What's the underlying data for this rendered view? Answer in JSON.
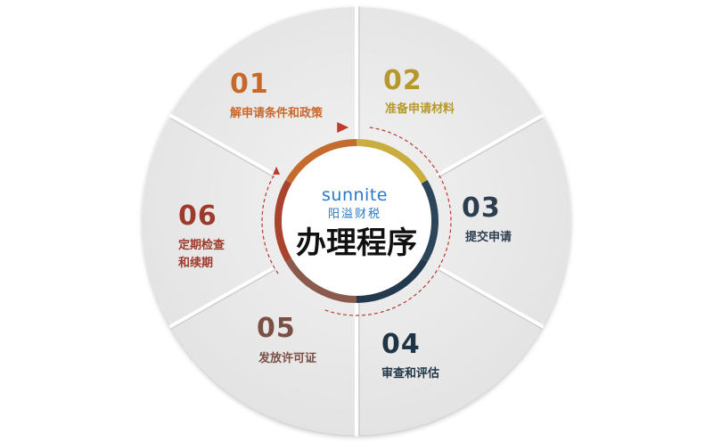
{
  "brand": {
    "name_en": "sunnite",
    "name_cn": "阳溢财税"
  },
  "title": "办理程序",
  "steps": [
    {
      "number": "01",
      "lines": [
        "解申请条件和政策"
      ],
      "color": "#c8692b"
    },
    {
      "number": "02",
      "lines": [
        "准备申请材料"
      ],
      "color": "#b8982a"
    },
    {
      "number": "03",
      "lines": [
        "提交申请"
      ],
      "color": "#2c3e50"
    },
    {
      "number": "04",
      "lines": [
        "审查和评估"
      ],
      "color": "#1f3546"
    },
    {
      "number": "05",
      "lines": [
        "发放许可证"
      ],
      "color": "#7a4f45"
    },
    {
      "number": "06",
      "lines": [
        "定期检查",
        "和续期"
      ],
      "color": "#9e3a2a"
    }
  ],
  "ring_colors": {
    "top_right": "#c9ad3e",
    "right": "#2d4558",
    "bottom": "#233a4e",
    "bottom_left": "#8a5a4c",
    "left": "#a8442e",
    "top_left": "#c46b2e"
  },
  "dashed_arc_color": "#c0392b"
}
